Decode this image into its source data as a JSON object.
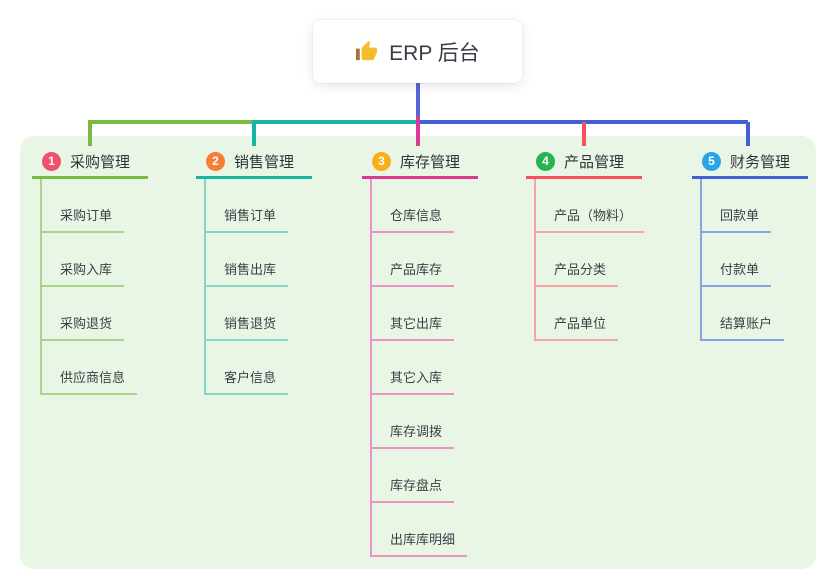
{
  "root": {
    "title": "ERP 后台"
  },
  "colors": {
    "trunk": "#5566d6",
    "panel_bg": "#eaf6e5",
    "thumb": "#f5bd2e",
    "thumb_sleeve": "#a8703a"
  },
  "branches": [
    {
      "num": "1",
      "label": "采购管理",
      "color": "#77bc41",
      "light": "#abd48b",
      "badge": "#f0506b",
      "children": [
        "采购订单",
        "采购入库",
        "采购退货",
        "供应商信息"
      ]
    },
    {
      "num": "2",
      "label": "销售管理",
      "color": "#17b5a4",
      "light": "#85d6c7",
      "badge": "#f87e38",
      "children": [
        "销售订单",
        "销售出库",
        "销售退货",
        "客户信息"
      ]
    },
    {
      "num": "3",
      "label": "库存管理",
      "color": "#d83a96",
      "light": "#ec93c5",
      "badge": "#f9b018",
      "children": [
        "仓库信息",
        "产品库存",
        "其它出库",
        "其它入库",
        "库存调拨",
        "库存盘点",
        "出库库明细"
      ]
    },
    {
      "num": "4",
      "label": "产品管理",
      "color": "#f8505c",
      "light": "#f8a3a6",
      "badge": "#27b350",
      "children": [
        "产品（物料）",
        "产品分类",
        "产品单位"
      ]
    },
    {
      "num": "5",
      "label": "财务管理",
      "color": "#4560d4",
      "light": "#8ba3e0",
      "badge": "#2ba4e5",
      "children": [
        "回款单",
        "付款单",
        "结算账户"
      ]
    }
  ]
}
